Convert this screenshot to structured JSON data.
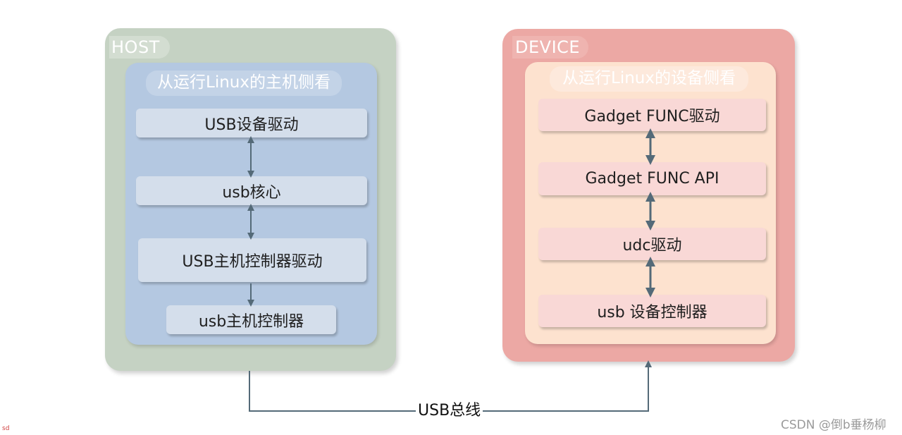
{
  "host": {
    "title": "HOST",
    "subtitle": "从运行Linux的主机侧看",
    "layers": [
      "USB设备驱动",
      "usb核心",
      "USB主机控制器驱动",
      "usb主机控制器"
    ]
  },
  "device": {
    "title": "DEVICE",
    "subtitle": "从运行Linux的设备侧看",
    "layers": [
      "Gadget  FUNC驱动",
      "Gadget FUNC API",
      "udc驱动",
      "usb  设备控制器"
    ]
  },
  "bus": {
    "label": "USB总线"
  },
  "watermark": "CSDN @倒b垂杨柳",
  "corner_mark": "sd",
  "colors": {
    "host_outer": "#c5d2c3",
    "host_inner": "#b4c8e1",
    "device_outer": "#eca8a4",
    "device_inner": "#fde2cf",
    "arrow": "#546a78"
  }
}
